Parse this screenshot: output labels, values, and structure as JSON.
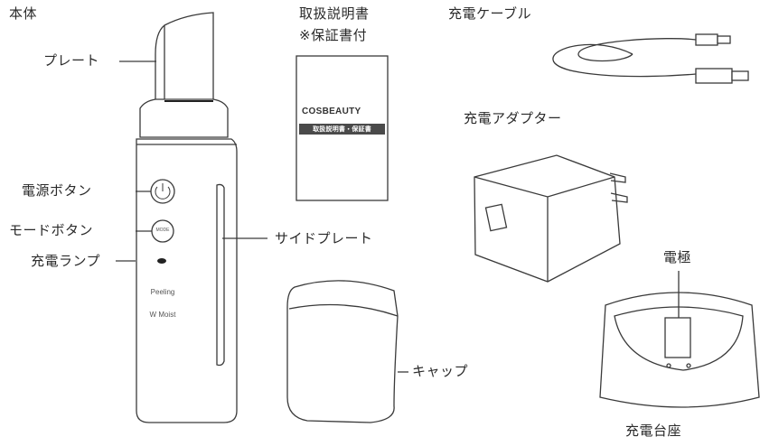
{
  "labels": {
    "main_unit": "本体",
    "plate": "プレート",
    "manual_line1": "取扱説明書",
    "manual_line2": "※保証書付",
    "charging_cable": "充電ケーブル",
    "charging_adapter": "充電アダプター",
    "power_button": "電源ボタン",
    "mode_button": "モードボタン",
    "charging_lamp": "充電ランプ",
    "side_plate": "サイドプレート",
    "cap": "キャップ",
    "electrode": "電極",
    "charging_stand": "充電台座"
  },
  "booklet": {
    "brand": "COSBEAUTY",
    "band_text": "取扱説明書・保証書"
  },
  "device": {
    "mode_text": "MODE",
    "peeling_text": "Peeling",
    "moist_text": "W Moist"
  }
}
